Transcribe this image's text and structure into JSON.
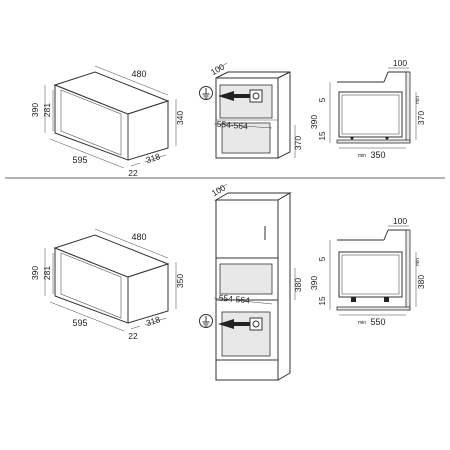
{
  "top": {
    "oven": {
      "width": "480",
      "height_outer": "390",
      "height_inner": "281",
      "depth": "340",
      "front_width": "595",
      "offset_a": "22",
      "offset_b": "318"
    },
    "cabinet": {
      "top_depth": "100",
      "niche_width": "554-564",
      "niche_height": "370"
    },
    "side": {
      "top_depth": "100",
      "gap_a": "5",
      "height": "390",
      "gap_b": "15",
      "inner_height": "370",
      "base_depth": "350",
      "min_label": "min"
    }
  },
  "bottom": {
    "oven": {
      "width": "480",
      "height_outer": "390",
      "height_inner": "281",
      "depth": "350",
      "front_width": "595",
      "offset_a": "22",
      "offset_b": "318"
    },
    "cabinet": {
      "top_depth": "100",
      "niche_width": "554-564",
      "niche_height": "380"
    },
    "side": {
      "top_depth": "100",
      "gap_a": "5",
      "height": "390",
      "gap_b": "15",
      "inner_height": "380",
      "base_depth": "550",
      "min_label": "min"
    }
  },
  "icons": [
    "ground-symbol-icon",
    "power-socket-icon"
  ],
  "colors": {
    "line": "#333333",
    "divider": "#666666"
  }
}
